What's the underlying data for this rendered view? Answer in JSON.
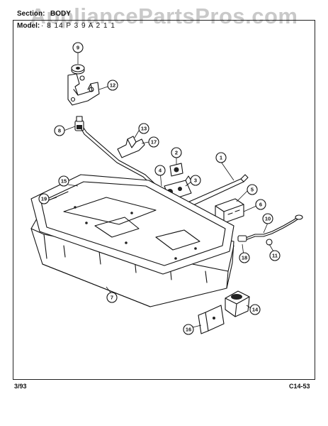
{
  "header": {
    "section_label": "Section:",
    "section_value": "BODY",
    "model_label": "Model:",
    "model_value": "· 8 14 P 3 9 A 2 1 1"
  },
  "watermark": "AppliancePartsPros.com",
  "footer": {
    "date": "3/93",
    "page_code": "C14-53"
  },
  "callouts": [
    "9",
    "12",
    "8",
    "13",
    "17",
    "2",
    "1",
    "4",
    "3",
    "15",
    "19",
    "5",
    "6",
    "10",
    "18",
    "11",
    "7",
    "14",
    "16"
  ]
}
